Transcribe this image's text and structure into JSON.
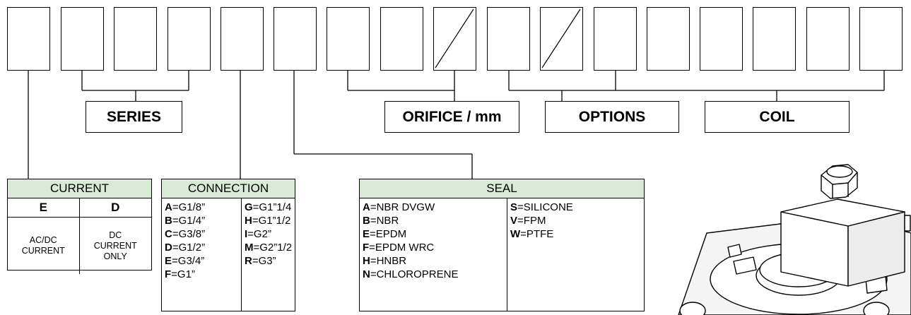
{
  "labels": {
    "series": "SERIES",
    "orifice": "ORIFICE / mm",
    "options": "OPTIONS",
    "coil": "COIL"
  },
  "current": {
    "title": "CURRENT",
    "options": [
      {
        "code": "E",
        "desc_lines": [
          "AC/DC",
          "CURRENT"
        ]
      },
      {
        "code": "D",
        "desc_lines": [
          "DC",
          "CURRENT",
          "ONLY"
        ]
      }
    ]
  },
  "connection": {
    "title": "CONNECTION",
    "col1": [
      {
        "code": "A",
        "value": "=G1/8”"
      },
      {
        "code": "B",
        "value": "=G1/4”"
      },
      {
        "code": "C",
        "value": "=G3/8”"
      },
      {
        "code": "D",
        "value": "=G1/2”"
      },
      {
        "code": "E",
        "value": "=G3/4”"
      },
      {
        "code": "F",
        "value": "=G1”"
      }
    ],
    "col2": [
      {
        "code": "G",
        "value": "=G1”1/4"
      },
      {
        "code": "H",
        "value": "=G1”1/2"
      },
      {
        "code": "I",
        "value": "=G2”"
      },
      {
        "code": "M",
        "value": "=G2”1/2"
      },
      {
        "code": "R",
        "value": "=G3”"
      }
    ]
  },
  "seal": {
    "title": "SEAL",
    "col1": [
      {
        "code": "A",
        "value": "=NBR DVGW"
      },
      {
        "code": "B",
        "value": "=NBR"
      },
      {
        "code": "E",
        "value": "=EPDM"
      },
      {
        "code": "F",
        "value": "=EPDM WRC"
      },
      {
        "code": "H",
        "value": "=HNBR"
      },
      {
        "code": "N",
        "value": "=CHLOROPRENE"
      }
    ],
    "col2": [
      {
        "code": "S",
        "value": "=SILICONE"
      },
      {
        "code": "V",
        "value": "=FPM"
      },
      {
        "code": "W",
        "value": "=PTFE"
      }
    ]
  },
  "colors": {
    "header_fill": "#d9ebd6",
    "line": "#000000"
  },
  "illustration": "solenoid-valve"
}
